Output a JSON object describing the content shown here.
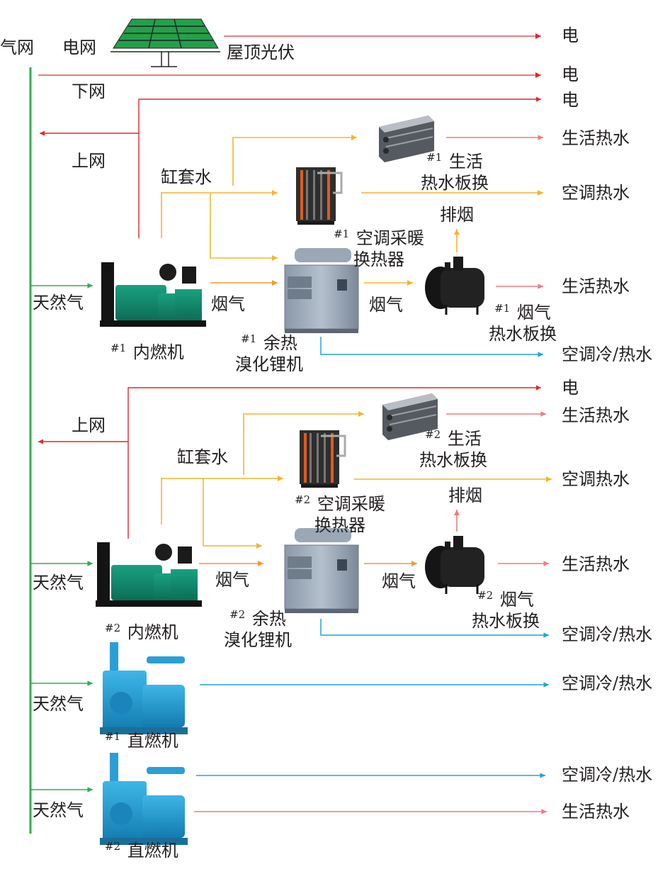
{
  "colors": {
    "electric": "#e8232a",
    "electric_light": "#e2545a",
    "gas": "#2fae4f",
    "jacket_water": "#f5b52a",
    "flue_gas": "#f29a2e",
    "domestic_hot_water": "#f07a7e",
    "ac_water": "#1fa5d8",
    "panel_green": "#23a04a"
  },
  "sources": {
    "gas_grid": "气网",
    "power_grid": "电网",
    "rooftop_pv": "屋顶光伏"
  },
  "flows": {
    "grid_purchase": "下网",
    "grid_export_1": "上网",
    "grid_export_2": "上网",
    "jacket_water_1": "缸套水",
    "jacket_water_2": "缸套水",
    "flue_gas_1a": "烟气",
    "flue_gas_1b": "烟气",
    "flue_gas_2a": "烟气",
    "flue_gas_2b": "烟气",
    "exhaust_1": "排烟",
    "exhaust_2": "排烟",
    "natural_gas_1": "天然气",
    "natural_gas_2": "天然气",
    "natural_gas_3": "天然气",
    "natural_gas_4": "天然气"
  },
  "equipment": {
    "ice1": {
      "num": "#1",
      "name": "内燃机"
    },
    "ice2": {
      "num": "#2",
      "name": "内燃机"
    },
    "libr1": {
      "num": "#1",
      "line1": "余热",
      "line2": "溴化锂机"
    },
    "libr2": {
      "num": "#2",
      "line1": "余热",
      "line2": "溴化锂机"
    },
    "dhw_hx1": {
      "num": "#1",
      "line1": "生活",
      "line2": "热水板换"
    },
    "dhw_hx2": {
      "num": "#2",
      "line1": "生活",
      "line2": "热水板换"
    },
    "ac_hx1": {
      "num": "#1",
      "line1": "空调采暖",
      "line2": "换热器"
    },
    "ac_hx2": {
      "num": "#2",
      "line1": "空调采暖",
      "line2": "换热器"
    },
    "flue_hx1": {
      "num": "#1",
      "line1": "烟气",
      "line2": "热水板换"
    },
    "flue_hx2": {
      "num": "#2",
      "line1": "烟气",
      "line2": "热水板换"
    },
    "direct1": {
      "num": "#1",
      "name": "直燃机"
    },
    "direct2": {
      "num": "#2",
      "name": "直燃机"
    }
  },
  "outputs": [
    "电",
    "电",
    "电",
    "生活热水",
    "空调热水",
    "生活热水",
    "空调冷/热水",
    "电",
    "生活热水",
    "空调热水",
    "生活热水",
    "空调冷/热水",
    "空调冷/热水",
    "空调冷/热水",
    "生活热水"
  ]
}
